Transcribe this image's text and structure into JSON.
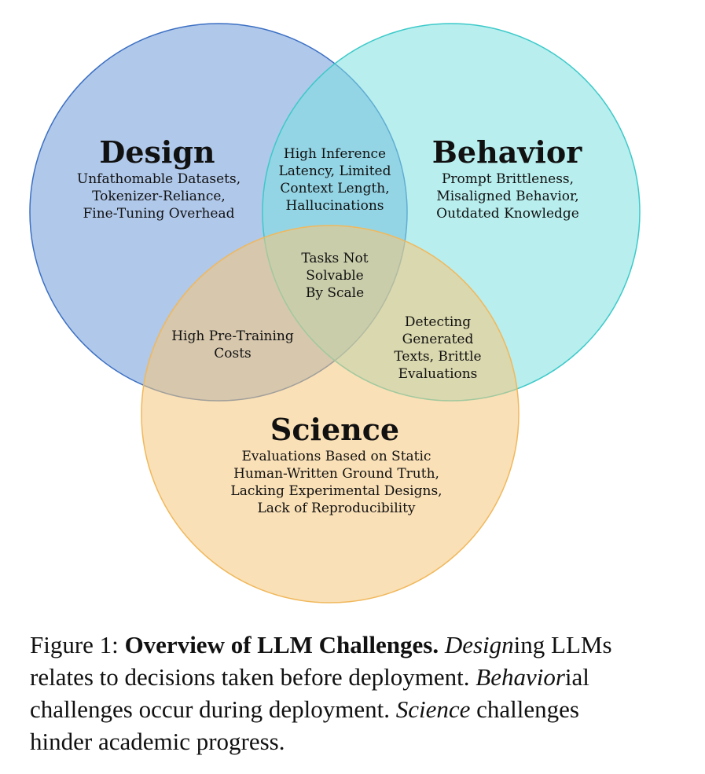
{
  "diagram": {
    "colors": {
      "design": "#6f9ad9",
      "design_stroke": "#3b6fc3",
      "behavior": "#7ee0e0",
      "behavior_stroke": "#3cc9c9",
      "science": "#f6c67a",
      "science_stroke": "#f0b85c"
    },
    "design": {
      "title": "Design",
      "lines": [
        "Unfathomable Datasets,",
        "Tokenizer-Reliance,",
        "Fine-Tuning Overhead"
      ]
    },
    "behavior": {
      "title": "Behavior",
      "lines": [
        "Prompt Brittleness,",
        "Misaligned Behavior,",
        "Outdated Knowledge"
      ]
    },
    "science": {
      "title": "Science",
      "lines": [
        "Evaluations Based on Static",
        "Human-Written Ground Truth,",
        "Lacking Experimental Designs,",
        "Lack of Reproducibility"
      ]
    },
    "design_behavior": {
      "lines": [
        "High Inference",
        "Latency, Limited",
        "Context Length,",
        "Hallucinations"
      ]
    },
    "design_science": {
      "lines": [
        "High Pre-Training",
        "Costs"
      ]
    },
    "behavior_science": {
      "lines": [
        "Detecting",
        "Generated",
        "Texts, Brittle",
        "Evaluations"
      ]
    },
    "center": {
      "lines": [
        "Tasks Not",
        "Solvable",
        "By Scale"
      ]
    }
  },
  "caption": {
    "label": "Figure 1:",
    "bold": "Overview of LLM Challenges.",
    "design_italic": "Design",
    "design_suffix": "ing LLMs relates to decisions taken before deployment.",
    "behavior_italic": "Behavior",
    "behavior_suffix": "ial challenges occur during deployment.",
    "science_italic": "Science",
    "science_suffix": "challenges hinder academic progress."
  }
}
